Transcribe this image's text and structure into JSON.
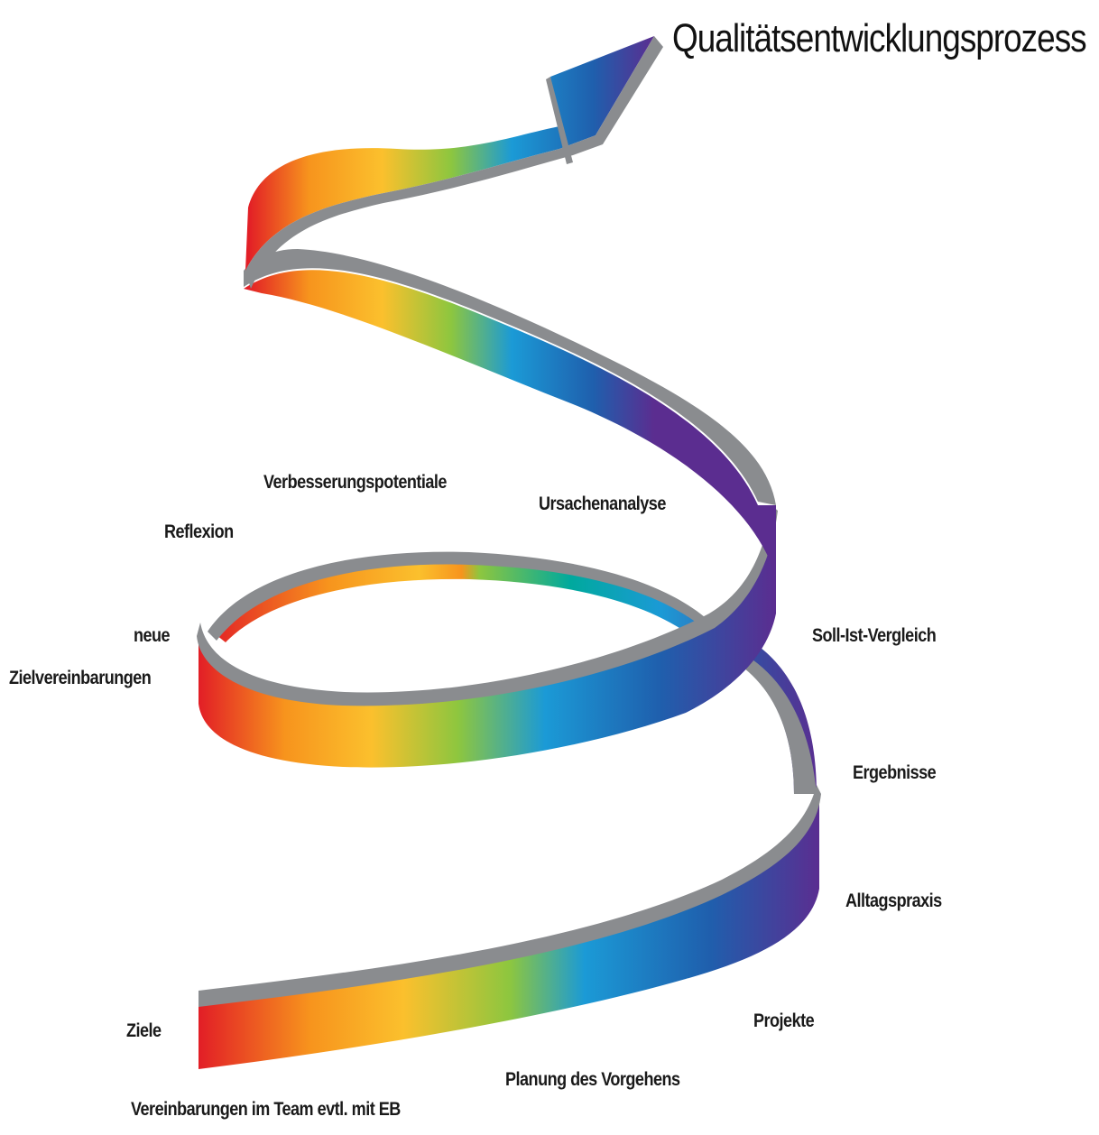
{
  "title": "Qualitätsentwicklungsprozess",
  "colors": {
    "spectrum": [
      "#e21e26",
      "#f7941d",
      "#fbc02d",
      "#8dc63f",
      "#00a99d",
      "#1b9ad6",
      "#1f5fad",
      "#5b2d90"
    ],
    "edge": "#8a8c8f"
  },
  "steps": {
    "ziele": "Ziele",
    "vereinbarungen": "Vereinbarungen im Team evtl. mit EB",
    "planung": "Planung des Vorgehens",
    "projekte": "Projekte",
    "alltagspraxis": "Alltagspraxis",
    "ergebnisse": "Ergebnisse",
    "soll_ist": "Soll-Ist-Vergleich",
    "ursachenanalyse": "Ursachenanalyse",
    "verbesserung": "Verbesserungspotentiale",
    "reflexion": "Reflexion",
    "neue": "neue",
    "zielvereinbarungen": "Zielvereinbarungen"
  }
}
